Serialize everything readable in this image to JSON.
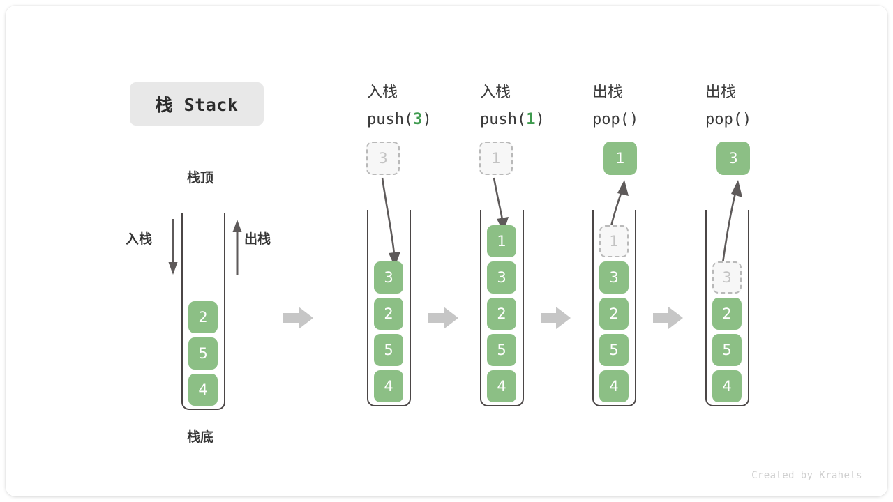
{
  "title": {
    "badge": "栈 Stack"
  },
  "footer": {
    "credit": "Created by Krahets"
  },
  "colors": {
    "cell_green": "#8cbf85",
    "cell_text": "#ffffff",
    "ghost_fill": "#f7f7f7",
    "ghost_border": "#b9b9b9",
    "ghost_text": "#c3c3c3",
    "container_stroke": "#4b4646",
    "arrow_gray": "#5e5a5a",
    "step_arrow": "#c6c6c6",
    "badge_bg": "#e8e8e8",
    "accent_green_text": "#3e9a4e"
  },
  "overview": {
    "top_label": "栈顶",
    "bottom_label": "栈底",
    "push_label": "入栈",
    "pop_label": "出栈",
    "cells": [
      "2",
      "5",
      "4"
    ]
  },
  "steps": [
    {
      "id": "push-3",
      "head_cn": "入栈",
      "head_fn_prefix": "push(",
      "head_fn_arg": "3",
      "head_fn_suffix": ")",
      "floating": {
        "value": "3",
        "state": "ghost",
        "position": "above"
      },
      "inside_ghost": null,
      "cells": [
        "3",
        "2",
        "5",
        "4"
      ],
      "arrow_dir": "down"
    },
    {
      "id": "push-1",
      "head_cn": "入栈",
      "head_fn_prefix": "push(",
      "head_fn_arg": "1",
      "head_fn_suffix": ")",
      "floating": {
        "value": "1",
        "state": "ghost",
        "position": "above"
      },
      "inside_ghost": null,
      "cells": [
        "1",
        "3",
        "2",
        "5",
        "4"
      ],
      "arrow_dir": "down"
    },
    {
      "id": "pop-1",
      "head_cn": "出栈",
      "head_fn_prefix": "pop(",
      "head_fn_arg": "",
      "head_fn_suffix": ")",
      "floating": {
        "value": "1",
        "state": "solid",
        "position": "above"
      },
      "inside_ghost": "1",
      "cells": [
        "3",
        "2",
        "5",
        "4"
      ],
      "arrow_dir": "up"
    },
    {
      "id": "pop-3",
      "head_cn": "出栈",
      "head_fn_prefix": "pop(",
      "head_fn_arg": "",
      "head_fn_suffix": ")",
      "floating": {
        "value": "3",
        "state": "solid",
        "position": "above"
      },
      "inside_ghost": "3",
      "cells": [
        "2",
        "5",
        "4"
      ],
      "arrow_dir": "up"
    }
  ],
  "step_arrow_icon": "right-arrow-icon"
}
